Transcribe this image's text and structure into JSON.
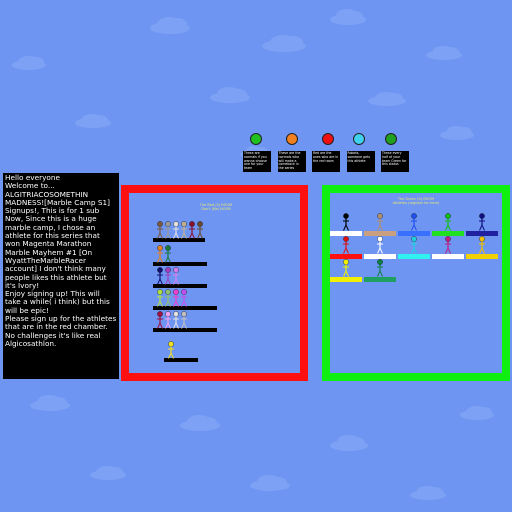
{
  "intro": {
    "lines": [
      "Hello everyone",
      "Welcome to...",
      "ALGITRIACOSOMETHIN MADNESS![Marble Camp S1] Signups!, This is for 1 sub",
      "Now, Since this is a huge marble camp, I chose an athlete for this series that won Magenta Marathon Marble Mayhem #1 [On WyattTheMarbleRacer account] I don't think many people likes this athlete but it's Ivory!",
      "Enjoy signing up! This will take a while( i think) but this will be epic!",
      "Please sign up for the athletes that are in the red chamber.",
      "No challenges it's like real Algicosathlon."
    ]
  },
  "colors": {
    "sky": "#6f95f2",
    "red_chamber_border": "#ff1010",
    "green_chamber_border": "#10f010"
  },
  "red_chamber": {
    "title": "The Red (S) ROOM",
    "subtitle": "Don't (Be) NOOB",
    "rows": [
      {
        "platform": "",
        "figures": [
          "#7a5a3a",
          "#9a9a9a",
          "#e0e0e0",
          "#c0b090",
          "#8a1030",
          "#6a4a2a"
        ]
      },
      {
        "platform": "",
        "figures": [
          "#e08020",
          "#1a7a3a"
        ]
      },
      {
        "platform": "",
        "figures": [
          "#101070",
          "#a040c0",
          "#d080f0"
        ]
      },
      {
        "platform": "",
        "figures": [
          "#b0e040",
          "#90c070",
          "#f040d0",
          "#c050f0"
        ]
      },
      {
        "platform": "",
        "figures": [
          "#a01040",
          "#f0a0f0",
          "#e0e0e0",
          "#c0c0c0"
        ]
      },
      {
        "platform": "",
        "figures": [
          "#f0e020"
        ]
      }
    ]
  },
  "green_chamber": {
    "title": "The Green (S) ROOM",
    "subtitle": "Athletes (register for here)",
    "teams": [
      {
        "label": "",
        "color": "#ffffff",
        "figure": "#000000"
      },
      {
        "label": "",
        "color": "#c8a080",
        "figure": "#b09070"
      },
      {
        "label": "",
        "color": "#3a70ff",
        "figure": "#2050f0"
      },
      {
        "label": "",
        "color": "#20e020",
        "figure": "#10c010"
      },
      {
        "label": "",
        "color": "#2020a0",
        "figure": "#101080"
      },
      {
        "label": "",
        "color": "#ff1010",
        "figure": "#e01010"
      },
      {
        "label": "",
        "color": "#ffffff",
        "figure": "#ffffff"
      },
      {
        "label": "",
        "color": "#30f0f0",
        "figure": "#20d0e0"
      },
      {
        "label": "",
        "color": "#ffffff",
        "figure": "#c02080"
      },
      {
        "label": "",
        "color": "#f0d000",
        "figure": "#f0c000"
      },
      {
        "label": "",
        "color": "#f0f000",
        "figure": "#f0f000"
      },
      {
        "label": "",
        "color": "#20a060",
        "figure": "#108040"
      }
    ]
  },
  "orbs": [
    {
      "color": "#20c020",
      "text": "These are normals if you wanna choose one for your team"
    },
    {
      "color": "#f08020",
      "text": "These are the normals who will make a comeback in the series"
    },
    {
      "color": "#f01010",
      "text": "Red are the ones who are in the red room"
    },
    {
      "color": "#40d0f0",
      "text": "Robots, someone gets this athlete"
    },
    {
      "color": "#20a020",
      "text": "These every half of your team Green for this status"
    }
  ]
}
